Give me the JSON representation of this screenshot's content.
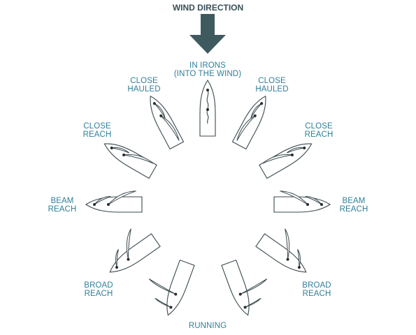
{
  "title": "WIND DIRECTION",
  "colors": {
    "arrow": "#3f5a5e",
    "label": "#2f7f9a",
    "hull_stroke": "#3a4a4f",
    "sail_fill": "#ffffff",
    "mast_dot": "#2a2a2a"
  },
  "icons": {
    "wind": "down-arrow-icon",
    "boat": "sailboat-icon"
  },
  "labels": {
    "in_irons": [
      "IN IRONS",
      "(INTO THE WIND)"
    ],
    "close_hauled_left": [
      "CLOSE",
      "HAULED"
    ],
    "close_hauled_right": [
      "CLOSE",
      "HAULED"
    ],
    "close_reach_left": [
      "CLOSE",
      "REACH"
    ],
    "close_reach_right": [
      "CLOSE",
      "REACH"
    ],
    "beam_reach_left": [
      "BEAM",
      "REACH"
    ],
    "beam_reach_right": [
      "BEAM",
      "REACH"
    ],
    "broad_reach_left": [
      "BROAD",
      "REACH"
    ],
    "broad_reach_right": [
      "BROAD",
      "REACH"
    ],
    "running": [
      "RUNNING"
    ]
  }
}
